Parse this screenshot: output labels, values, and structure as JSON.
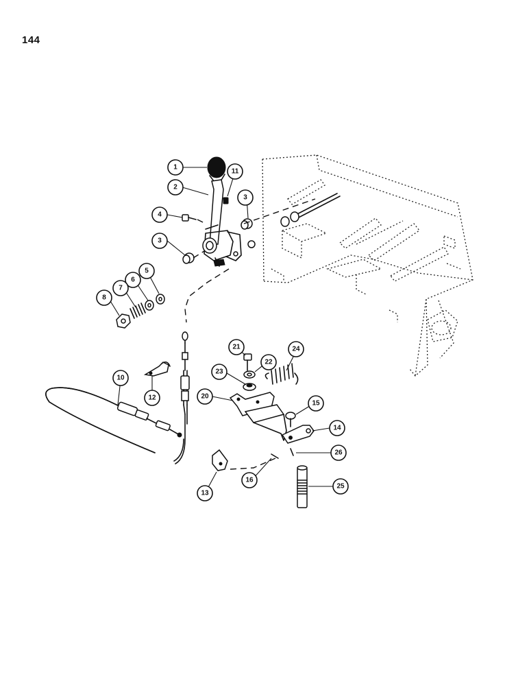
{
  "page_number": "144",
  "callouts": [
    {
      "id": "c1",
      "label": "1"
    },
    {
      "id": "c2",
      "label": "2"
    },
    {
      "id": "c11",
      "label": "11"
    },
    {
      "id": "c3a",
      "label": "3"
    },
    {
      "id": "c4",
      "label": "4"
    },
    {
      "id": "c3b",
      "label": "3"
    },
    {
      "id": "c5",
      "label": "5"
    },
    {
      "id": "c6",
      "label": "6"
    },
    {
      "id": "c7",
      "label": "7"
    },
    {
      "id": "c8",
      "label": "8"
    },
    {
      "id": "c21",
      "label": "21"
    },
    {
      "id": "c22",
      "label": "22"
    },
    {
      "id": "c24",
      "label": "24"
    },
    {
      "id": "c23",
      "label": "23"
    },
    {
      "id": "c20",
      "label": "20"
    },
    {
      "id": "c15",
      "label": "15"
    },
    {
      "id": "c14",
      "label": "14"
    },
    {
      "id": "c26",
      "label": "26"
    },
    {
      "id": "c16",
      "label": "16"
    },
    {
      "id": "c25",
      "label": "25"
    },
    {
      "id": "c13",
      "label": "13"
    },
    {
      "id": "c10",
      "label": "10"
    },
    {
      "id": "c12",
      "label": "12"
    }
  ]
}
